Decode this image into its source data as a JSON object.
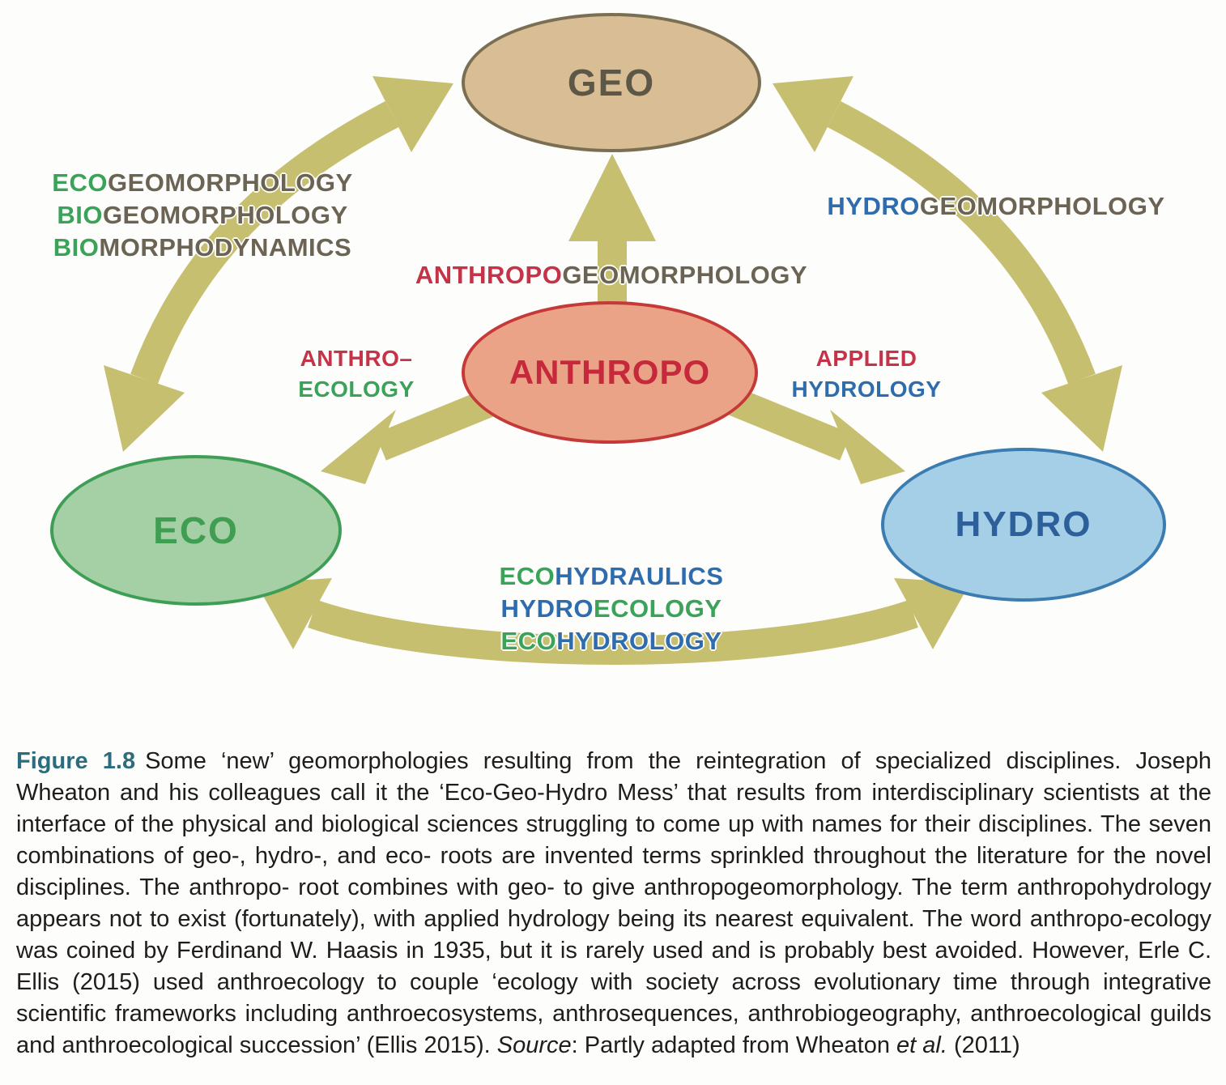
{
  "diagram": {
    "arrow_color": "#c7bf70",
    "colors": {
      "green": "#3aa259",
      "taupe": "#6b6353",
      "blue": "#2e6cad",
      "red": "#c43347"
    },
    "nodes": {
      "geo": {
        "label": "GEO",
        "fill": "#d9be95",
        "border": "#7b6f53",
        "text": "#5c5747"
      },
      "eco": {
        "label": "ECO",
        "fill": "#a5cfa5",
        "border": "#3f9e55",
        "text": "#3f9e52"
      },
      "hydro": {
        "label": "HYDRO",
        "fill": "#a5cfe7",
        "border": "#3b7cb1",
        "text": "#2d5f9b"
      },
      "anthropo": {
        "label": "ANTHROPO",
        "fill": "#eba388",
        "border": "#c53a38",
        "text": "#c5293b"
      }
    },
    "labels": {
      "geo_eco": [
        [
          {
            "text": "ECO",
            "color": "#3aa259"
          },
          {
            "text": "GEOMORPHOLOGY",
            "color": "#6b6353"
          }
        ],
        [
          {
            "text": "BIO",
            "color": "#3aa259"
          },
          {
            "text": "GEOMORPHOLOGY",
            "color": "#6b6353"
          }
        ],
        [
          {
            "text": "BIO",
            "color": "#3aa259"
          },
          {
            "text": "MORPHODYNAMICS",
            "color": "#6b6353"
          }
        ]
      ],
      "geo_hydro": [
        [
          {
            "text": "HYDRO",
            "color": "#2e6cad"
          },
          {
            "text": "GEOMORPHOLOGY",
            "color": "#6b6353"
          }
        ]
      ],
      "anthropo_geo": [
        [
          {
            "text": "ANTHROPO",
            "color": "#c43347"
          },
          {
            "text": "GEOMORPHOLOGY",
            "color": "#6b6353"
          }
        ]
      ],
      "anthropo_eco": [
        [
          {
            "text": "ANTHRO–",
            "color": "#c43347"
          }
        ],
        [
          {
            "text": "ECOLOGY",
            "color": "#3aa259"
          }
        ]
      ],
      "anthropo_hydro": [
        [
          {
            "text": "APPLIED",
            "color": "#c43347"
          }
        ],
        [
          {
            "text": "HYDROLOGY",
            "color": "#2e6cad"
          }
        ]
      ],
      "eco_hydro": [
        [
          {
            "text": "ECO",
            "color": "#3aa259"
          },
          {
            "text": "HYDRAULICS",
            "color": "#2e6cad"
          }
        ],
        [
          {
            "text": "HYDRO",
            "color": "#2e6cad"
          },
          {
            "text": "ECOLOGY",
            "color": "#3aa259"
          }
        ],
        [
          {
            "text": "ECO",
            "color": "#3aa259"
          },
          {
            "text": "HYDROLOGY",
            "color": "#2e6cad"
          }
        ]
      ]
    }
  },
  "caption": {
    "label": "Figure 1.8",
    "label_color": "#2b6d7d",
    "segments": [
      {
        "text": "Some ‘new’ geomorphologies resulting from the reintegration of specialized disciplines. Joseph Wheaton and his colleagues call it the ‘Eco-Geo-Hydro Mess’ that results from interdisciplinary scientists at the interface of the physical and biological sciences struggling to come up with names for their disciplines. The seven combinations of geo-, hydro-, and eco- roots are invented terms sprinkled throughout the literature for the novel disciplines. The anthropo- root combines with geo- to give anthropogeomorphology. The term anthropohydrology appears not to exist (fortunately), with applied hydrology being its nearest equivalent. The word anthropo-ecology was coined by Ferdinand W. Haasis in 1935, but it is rarely used and is probably best avoided. However, Erle C. Ellis (2015) used anthroecology to couple ‘ecology with society across evolutionary time through integrative scientific frameworks including anthroecosystems, anthrosequences, anthrobiogeography, anthroecological guilds and anthroecological succession’ (Ellis 2015). ",
        "style": "normal"
      },
      {
        "text": "Source",
        "style": "italic"
      },
      {
        "text": ": Partly adapted from Wheaton ",
        "style": "normal"
      },
      {
        "text": "et al.",
        "style": "italic"
      },
      {
        "text": " (2011)",
        "style": "normal"
      }
    ]
  }
}
